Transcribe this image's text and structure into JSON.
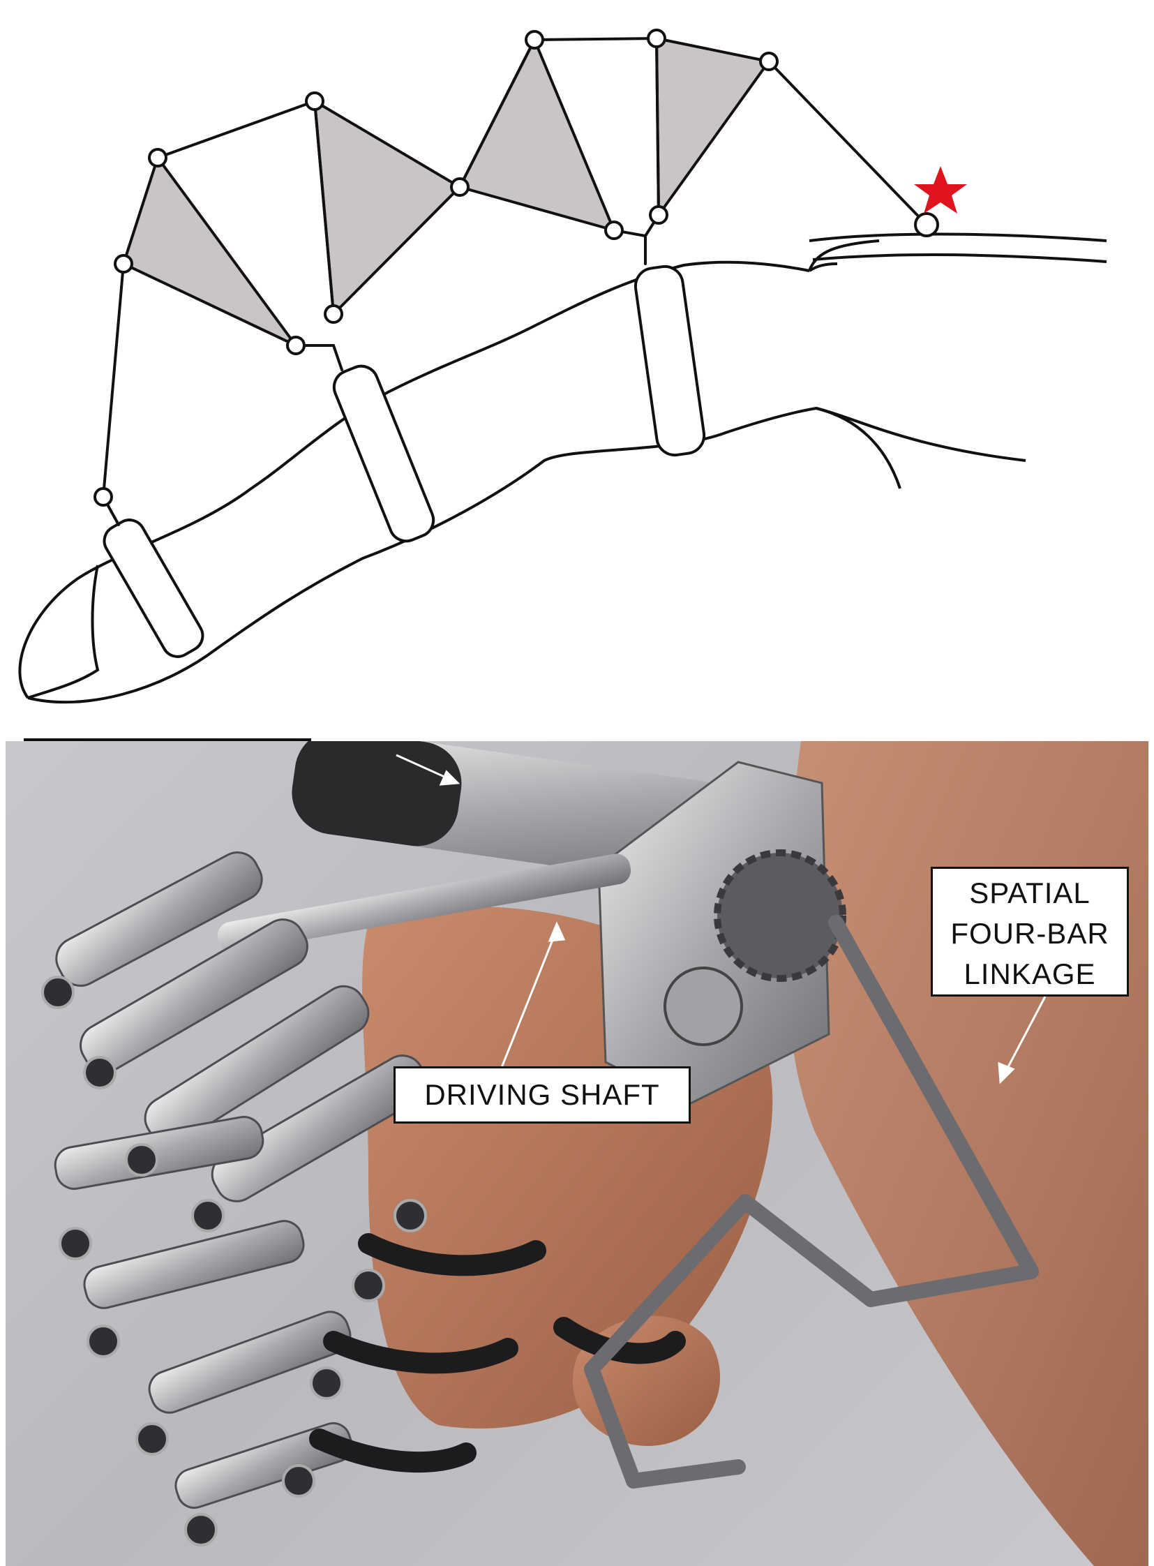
{
  "figure": {
    "top_panel": {
      "kind": "kinematic-linkage-schematic",
      "marker_icon": "star-icon",
      "marker_color": "#e0141e",
      "link_fill_color": "#c9c5c5",
      "line_color": "#111111"
    },
    "bottom_panel": {
      "kind": "exoskeleton-photo",
      "callouts": {
        "driving_shaft": "DRIVING SHAFT",
        "spatial_linkage_line1": "SPATIAL",
        "spatial_linkage_line2": "FOUR-BAR",
        "spatial_linkage_line3": "LINKAGE"
      }
    }
  }
}
